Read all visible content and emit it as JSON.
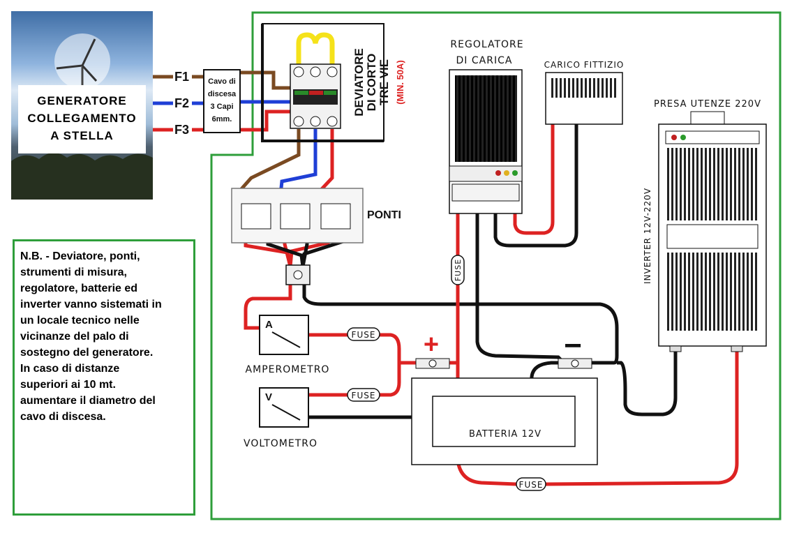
{
  "generator": {
    "lines": [
      "GENERATORE",
      "COLLEGAMENTO",
      "A STELLA"
    ]
  },
  "phases": [
    "F1",
    "F2",
    "F3"
  ],
  "cable": {
    "lines": [
      "Cavo di",
      "discesa",
      "3 Capi",
      "6mm."
    ]
  },
  "switch": {
    "lines": [
      "DEVIATORE",
      "DI CORTO",
      "TRE VIE"
    ],
    "rating": "(MIN. 50A)"
  },
  "bridges_label": "PONTI",
  "regulator": {
    "lines": [
      "REGOLATORE",
      "DI CARICA"
    ]
  },
  "dummy_load": "CARICO FITTIZIO",
  "outlet": "PRESA UTENZE 220V",
  "inverter": "INVERTER 12V-220V",
  "ammeter": {
    "symbol": "A",
    "label": "AMPEROMETRO"
  },
  "voltmeter": {
    "symbol": "V",
    "label": "VOLTOMETRO"
  },
  "battery": "BATTERIA 12V",
  "fuse_label": "FUSE",
  "plus_sign": "+",
  "minus_sign": "−",
  "note_lines": [
    "N.B. - Deviatore, ponti,",
    "strumenti di misura,",
    "regolatore, batterie ed",
    "inverter vanno sistemati in",
    "un locale tecnico nelle",
    "vicinanze del palo di",
    "sostegno del generatore.",
    "In caso di distanze",
    "superiori ai 10 mt.",
    "aumentare il diametro del",
    "cavo di discesa."
  ],
  "colors": {
    "wire_brown": "#7a4a22",
    "wire_blue": "#1f3fd6",
    "wire_red": "#dd2222",
    "wire_black": "#111111",
    "frame_green": "#2e9e3a",
    "switch_yellow": "#f5e21a"
  }
}
